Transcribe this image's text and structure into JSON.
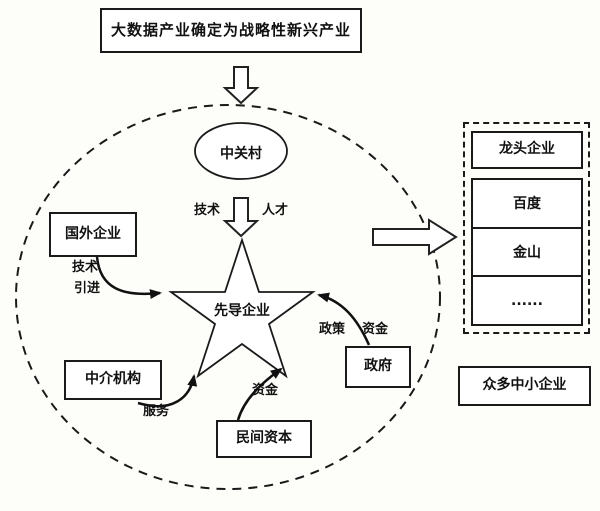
{
  "title_box": {
    "label": "大数据产业确定为战略性新兴产业"
  },
  "cluster": {
    "hub": {
      "label": "中关村"
    },
    "hub_edge": {
      "tech_label": "技术",
      "talent_label": "人才"
    },
    "star": {
      "label": "先导企业"
    },
    "foreign": {
      "label": "国外企业",
      "edge_label_line1": "技术",
      "edge_label_line2": "引进"
    },
    "intermediary": {
      "label": "中介机构",
      "edge_label": "服务"
    },
    "private_capital": {
      "label": "民间资本",
      "edge_label": "资金"
    },
    "government": {
      "label": "政府",
      "edge_label_1": "政策",
      "edge_label_2": "资金"
    }
  },
  "output": {
    "leading": {
      "header": "龙头企业",
      "items": [
        "百度",
        "金山",
        "......"
      ]
    },
    "sme": {
      "label": "众多中小企业"
    }
  },
  "colors": {
    "line": "#1a1a1a",
    "background": "#ffffff"
  }
}
